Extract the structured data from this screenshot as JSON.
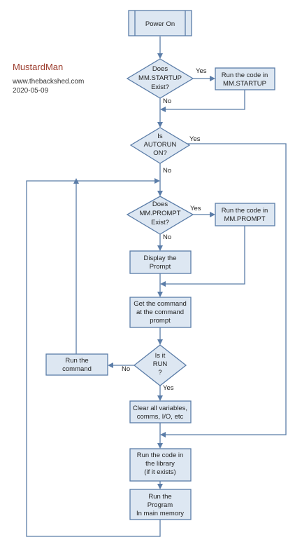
{
  "watermark": {
    "author": "MustardMan",
    "site": "www.thebackshed.com",
    "date": "2020-05-09"
  },
  "nodes": {
    "power_on": "Power On",
    "startup_check": [
      "Does",
      "MM.STARTUP",
      "Exist?"
    ],
    "run_startup": [
      "Run the code in",
      "MM.STARTUP"
    ],
    "autorun_check": [
      "Is",
      "AUTORUN",
      "ON?"
    ],
    "prompt_check": [
      "Does",
      "MM.PROMPT",
      "Exist?"
    ],
    "run_prompt": [
      "Run the code in",
      "MM.PROMPT"
    ],
    "display_prompt": [
      "Display the",
      "Prompt"
    ],
    "get_command": [
      "Get the command",
      "at the command",
      "prompt"
    ],
    "run_check": [
      "Is it",
      "RUN",
      "?"
    ],
    "run_command": [
      "Run the",
      "command"
    ],
    "clear_all": [
      "Clear all variables,",
      "comms, I/O, etc"
    ],
    "run_library": [
      "Run the code in",
      "the library",
      "(if it exists)"
    ],
    "run_program": [
      "Run the",
      "Program",
      "In main memory"
    ]
  },
  "edge_labels": {
    "startup_yes": "Yes",
    "startup_no": "No",
    "autorun_yes": "Yes",
    "autorun_no": "No",
    "prompt_yes": "Yes",
    "prompt_no": "No",
    "run_no": "No",
    "run_yes": "Yes"
  },
  "colors": {
    "stroke": "#5b7da8",
    "fill": "#dde7f2",
    "author": "#9b3b2c"
  }
}
